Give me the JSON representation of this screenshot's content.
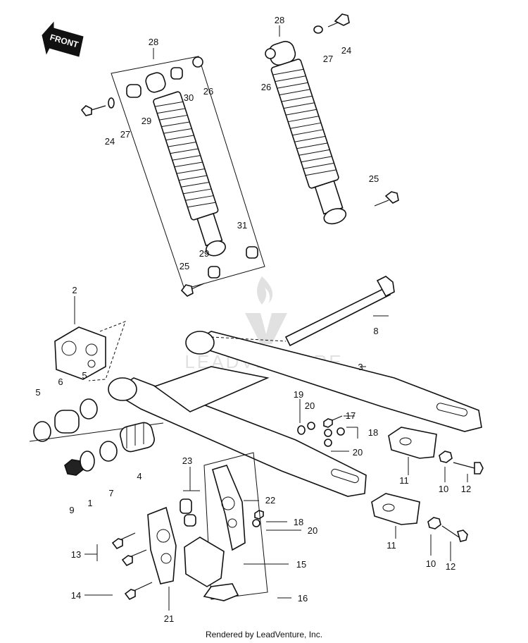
{
  "front_label": "FRONT",
  "watermark": "LEADVENTURE",
  "credit": "Rendered by LeadVenture, Inc.",
  "callouts": [
    {
      "id": "28a",
      "text": "28"
    },
    {
      "id": "28b",
      "text": "28"
    },
    {
      "id": "26a",
      "text": "26"
    },
    {
      "id": "26b",
      "text": "26"
    },
    {
      "id": "30",
      "text": "30"
    },
    {
      "id": "29a",
      "text": "29"
    },
    {
      "id": "29b",
      "text": "29"
    },
    {
      "id": "24a",
      "text": "24"
    },
    {
      "id": "24b",
      "text": "24"
    },
    {
      "id": "27a",
      "text": "27"
    },
    {
      "id": "27b",
      "text": "27"
    },
    {
      "id": "25a",
      "text": "25"
    },
    {
      "id": "25b",
      "text": "25"
    },
    {
      "id": "31",
      "text": "31"
    },
    {
      "id": "2",
      "text": "2"
    },
    {
      "id": "8",
      "text": "8"
    },
    {
      "id": "3",
      "text": "3"
    },
    {
      "id": "5a",
      "text": "5"
    },
    {
      "id": "5b",
      "text": "5"
    },
    {
      "id": "6",
      "text": "6"
    },
    {
      "id": "19",
      "text": "19"
    },
    {
      "id": "20a",
      "text": "20"
    },
    {
      "id": "17",
      "text": "17"
    },
    {
      "id": "18a",
      "text": "18"
    },
    {
      "id": "20b",
      "text": "20"
    },
    {
      "id": "9",
      "text": "9"
    },
    {
      "id": "1",
      "text": "1"
    },
    {
      "id": "7",
      "text": "7"
    },
    {
      "id": "4",
      "text": "4"
    },
    {
      "id": "23",
      "text": "23"
    },
    {
      "id": "22",
      "text": "22"
    },
    {
      "id": "11a",
      "text": "11"
    },
    {
      "id": "10a",
      "text": "10"
    },
    {
      "id": "12a",
      "text": "12"
    },
    {
      "id": "18b",
      "text": "18"
    },
    {
      "id": "20c",
      "text": "20"
    },
    {
      "id": "13",
      "text": "13"
    },
    {
      "id": "15",
      "text": "15"
    },
    {
      "id": "11b",
      "text": "11"
    },
    {
      "id": "10b",
      "text": "10"
    },
    {
      "id": "12b",
      "text": "12"
    },
    {
      "id": "14",
      "text": "14"
    },
    {
      "id": "16",
      "text": "16"
    },
    {
      "id": "21",
      "text": "21"
    }
  ]
}
